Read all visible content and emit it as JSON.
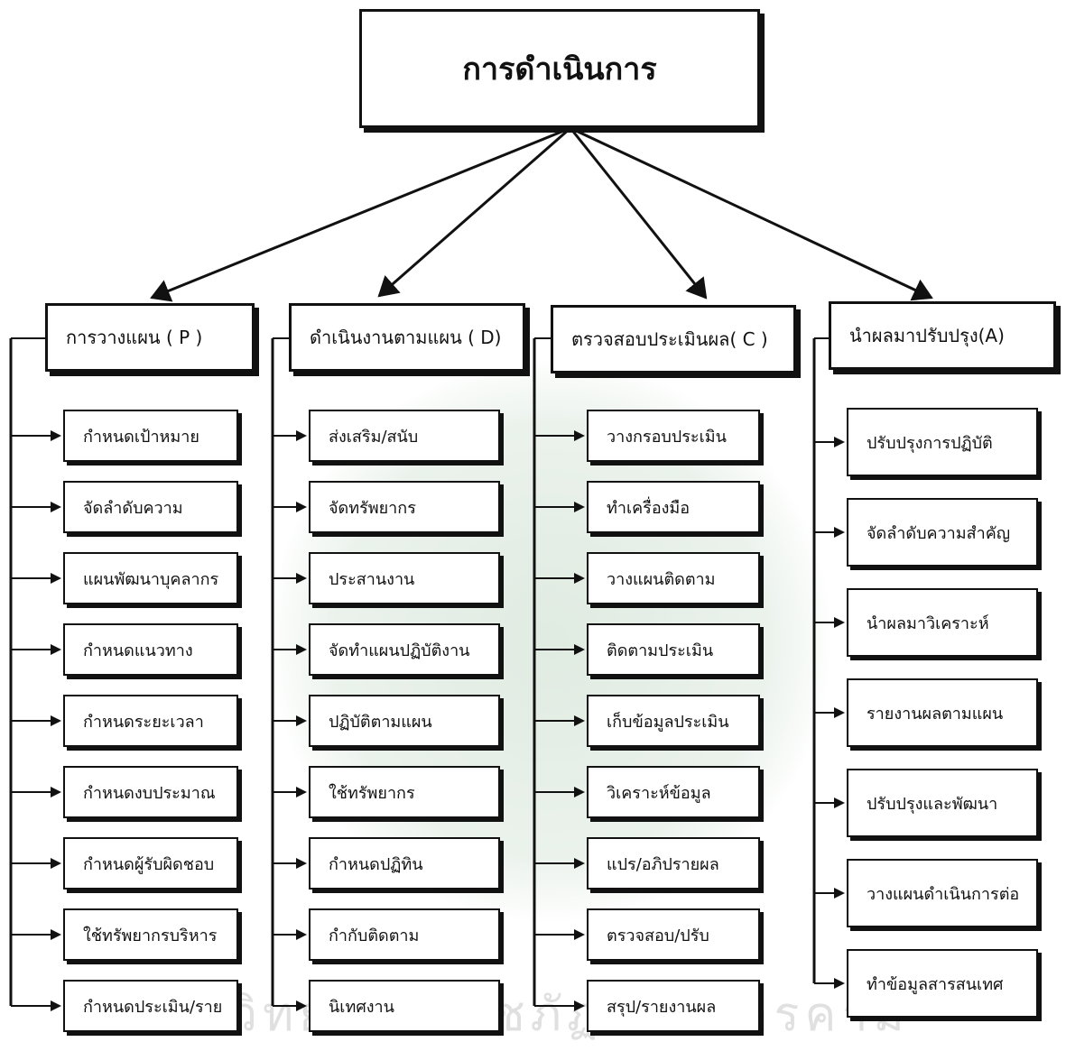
{
  "root": {
    "label": "การดำเนินการ"
  },
  "columns": [
    {
      "header": "การวางแผน ( P )",
      "items": [
        "กำหนดเป้าหมาย",
        "จัดลำดับความ",
        "แผนพัฒนาบุคลากร",
        "กำหนดแนวทาง",
        "กำหนดระยะเวลา",
        "กำหนดงบประมาณ",
        "กำหนดผู้รับผิดชอบ",
        "ใช้ทรัพยากรบริหาร",
        "กำหนดประเมิน/ราย"
      ]
    },
    {
      "header": "ดำเนินงานตามแผน ( D)",
      "items": [
        "ส่งเสริม/สนับ",
        "จัดทรัพยากร",
        "ประสานงาน",
        "จัดทำแผนปฏิบัติงาน",
        "ปฏิบัติตามแผน",
        "ใช้ทรัพยากร",
        "กำหนดปฏิทิน",
        "กำกับติดตาม",
        "นิเทศงาน"
      ]
    },
    {
      "header": "ตรวจสอบประเมินผล( C )",
      "items": [
        "วางกรอบประเมิน",
        "ทำเครื่องมือ",
        "วางแผนติดตาม",
        "ติดตามประเมิน",
        "เก็บข้อมูลประเมิน",
        "วิเคราะห์ข้อมูล",
        "แปร/อภิปรายผล",
        "ตรวจสอบ/ปรับ",
        "สรุป/รายงานผล"
      ]
    },
    {
      "header": "นำผลมาปรับปรุง(A)",
      "items": [
        "ปรับปรุงการปฏิบัติ",
        "จัดลำดับความสำคัญ",
        "นำผลมาวิเคราะห์",
        "รายงานผลตามแผน",
        "ปรับปรุงและพัฒนา",
        "วางแผนดำเนินการต่อ",
        "ทำข้อมูลสารสนเทศ"
      ]
    }
  ],
  "watermark_text": "มหาวิทยาลัยราชภัฏมหาสารคาม"
}
